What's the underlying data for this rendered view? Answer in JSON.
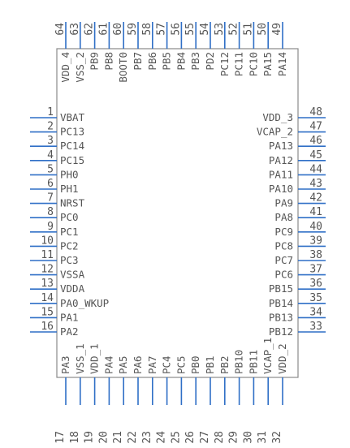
{
  "component": {
    "left_pins": [
      {
        "num": "1",
        "name": "VBAT"
      },
      {
        "num": "2",
        "name": "PC13"
      },
      {
        "num": "3",
        "name": "PC14"
      },
      {
        "num": "4",
        "name": "PC15"
      },
      {
        "num": "5",
        "name": "PH0"
      },
      {
        "num": "6",
        "name": "PH1"
      },
      {
        "num": "7",
        "name": "NRST"
      },
      {
        "num": "8",
        "name": "PC0"
      },
      {
        "num": "9",
        "name": "PC1"
      },
      {
        "num": "10",
        "name": "PC2"
      },
      {
        "num": "11",
        "name": "PC3"
      },
      {
        "num": "12",
        "name": "VSSA"
      },
      {
        "num": "13",
        "name": "VDDA"
      },
      {
        "num": "14",
        "name": "PA0_WKUP"
      },
      {
        "num": "15",
        "name": "PA1"
      },
      {
        "num": "16",
        "name": "PA2"
      }
    ],
    "right_pins": [
      {
        "num": "48",
        "name": "VDD_3"
      },
      {
        "num": "47",
        "name": "VCAP_2"
      },
      {
        "num": "46",
        "name": "PA13"
      },
      {
        "num": "45",
        "name": "PA12"
      },
      {
        "num": "44",
        "name": "PA11"
      },
      {
        "num": "43",
        "name": "PA10"
      },
      {
        "num": "42",
        "name": "PA9"
      },
      {
        "num": "41",
        "name": "PA8"
      },
      {
        "num": "40",
        "name": "PC9"
      },
      {
        "num": "39",
        "name": "PC8"
      },
      {
        "num": "38",
        "name": "PC7"
      },
      {
        "num": "37",
        "name": "PC6"
      },
      {
        "num": "36",
        "name": "PB15"
      },
      {
        "num": "35",
        "name": "PB14"
      },
      {
        "num": "34",
        "name": "PB13"
      },
      {
        "num": "33",
        "name": "PB12"
      }
    ],
    "top_pins": [
      {
        "num": "64",
        "name": "VDD_4"
      },
      {
        "num": "63",
        "name": "VSS_2"
      },
      {
        "num": "62",
        "name": "PB9"
      },
      {
        "num": "61",
        "name": "PB8"
      },
      {
        "num": "60",
        "name": "BOOT0"
      },
      {
        "num": "59",
        "name": "PB7"
      },
      {
        "num": "58",
        "name": "PB6"
      },
      {
        "num": "57",
        "name": "PB5"
      },
      {
        "num": "56",
        "name": "PB4"
      },
      {
        "num": "55",
        "name": "PB3"
      },
      {
        "num": "54",
        "name": "PD2"
      },
      {
        "num": "53",
        "name": "PC12"
      },
      {
        "num": "52",
        "name": "PC11"
      },
      {
        "num": "51",
        "name": "PC10"
      },
      {
        "num": "50",
        "name": "PA15"
      },
      {
        "num": "49",
        "name": "PA14"
      }
    ],
    "bottom_pins": [
      {
        "num": "17",
        "name": "PA3"
      },
      {
        "num": "18",
        "name": "VSS_1"
      },
      {
        "num": "19",
        "name": "VDD_1"
      },
      {
        "num": "20",
        "name": "PA4"
      },
      {
        "num": "21",
        "name": "PA5"
      },
      {
        "num": "22",
        "name": "PA6"
      },
      {
        "num": "23",
        "name": "PA7"
      },
      {
        "num": "24",
        "name": "PC4"
      },
      {
        "num": "25",
        "name": "PC5"
      },
      {
        "num": "26",
        "name": "PB0"
      },
      {
        "num": "27",
        "name": "PB1"
      },
      {
        "num": "28",
        "name": "PB2"
      },
      {
        "num": "29",
        "name": "PB10"
      },
      {
        "num": "30",
        "name": "PB11"
      },
      {
        "num": "31",
        "name": "VCAP_1"
      },
      {
        "num": "32",
        "name": "VDD_2"
      }
    ]
  },
  "colors": {
    "pin": "#2f6fc6",
    "body_outline": "#8a8a8a",
    "text": "#555555"
  }
}
